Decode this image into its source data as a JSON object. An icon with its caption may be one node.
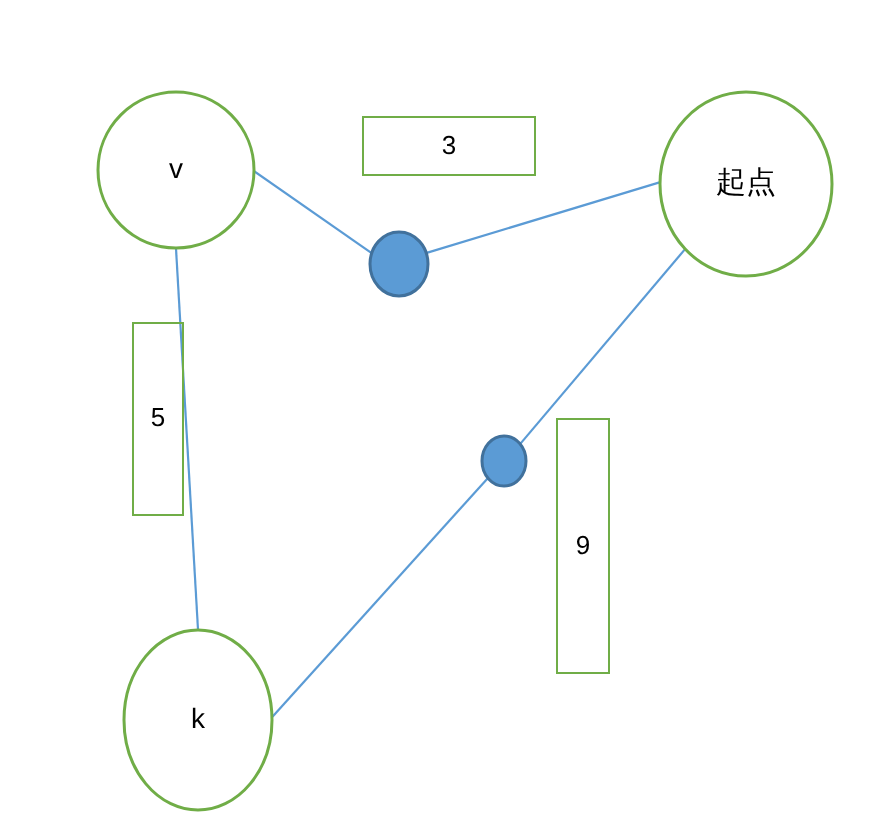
{
  "diagram": {
    "nodes": [
      {
        "text": [
          "v"
        ]
      },
      {
        "text": [
          "3"
        ]
      },
      {
        "text": [
          "起点"
        ]
      },
      {
        "text": [],
        "shape": "circle"
      },
      {
        "text": [
          "5"
        ]
      },
      {
        "text": [],
        "shape": "circle"
      },
      {
        "text": [
          "9"
        ]
      },
      {
        "text": [
          "k"
        ]
      }
    ],
    "edges": [
      {
        "from": 0,
        "to": 3,
        "arrow": "none"
      },
      {
        "from": 3,
        "to": 2,
        "arrow": "none"
      },
      {
        "from": 2,
        "to": 5,
        "arrow": "none"
      },
      {
        "from": 5,
        "to": 7,
        "arrow": "none"
      },
      {
        "from": 0,
        "to": 7,
        "arrow": "none"
      }
    ]
  }
}
